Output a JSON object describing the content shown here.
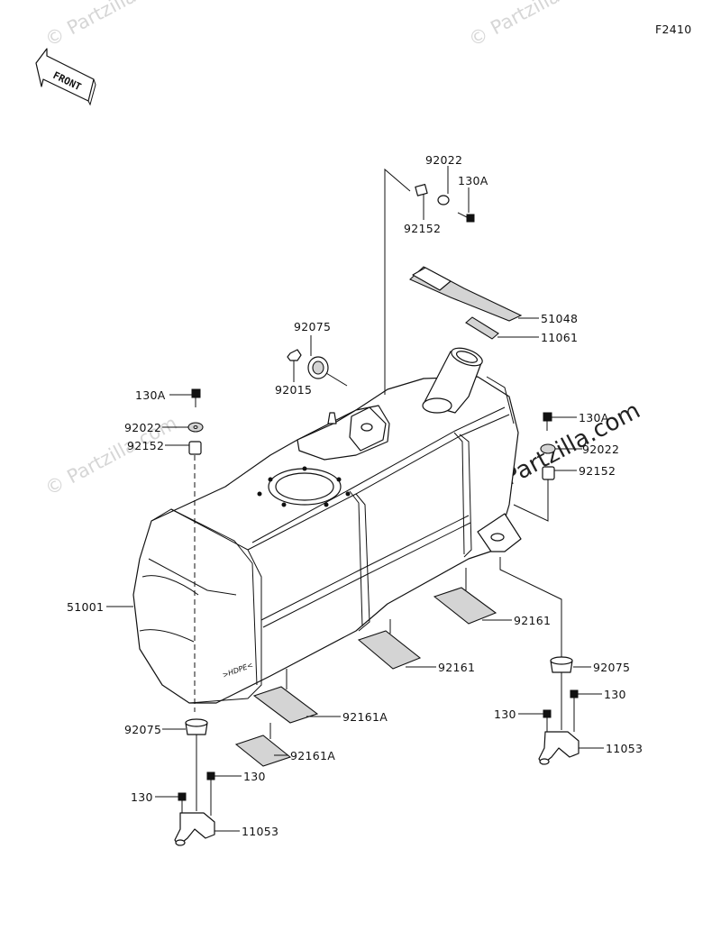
{
  "figure_code": "F2410",
  "front_arrow_label": "FRONT",
  "tank_mark": ">HDPE<",
  "watermarks": {
    "small": "© Partzilla.com",
    "large": "© Partzilla.com"
  },
  "callouts": {
    "top_cap": "92022",
    "top_bolt": "130A",
    "top_collar": "92152",
    "cover": "51048",
    "gasket": "11061",
    "grommet_top": "92075",
    "nut": "92015",
    "left_bolt": "130A",
    "left_washer": "92022",
    "left_collar": "92152",
    "right_bolt": "130A",
    "right_washer": "92022",
    "right_collar": "92152",
    "tank": "51001",
    "pad_right": "92161",
    "pad_mid": "92161",
    "pad_left_1": "92161A",
    "pad_left_2": "92161A",
    "grommet_right": "92075",
    "bolt_right_a": "130",
    "bolt_right_b": "130",
    "bracket_right": "11053",
    "grommet_left": "92075",
    "bolt_left_a": "130",
    "bolt_left_b": "130",
    "bracket_left": "11053"
  }
}
